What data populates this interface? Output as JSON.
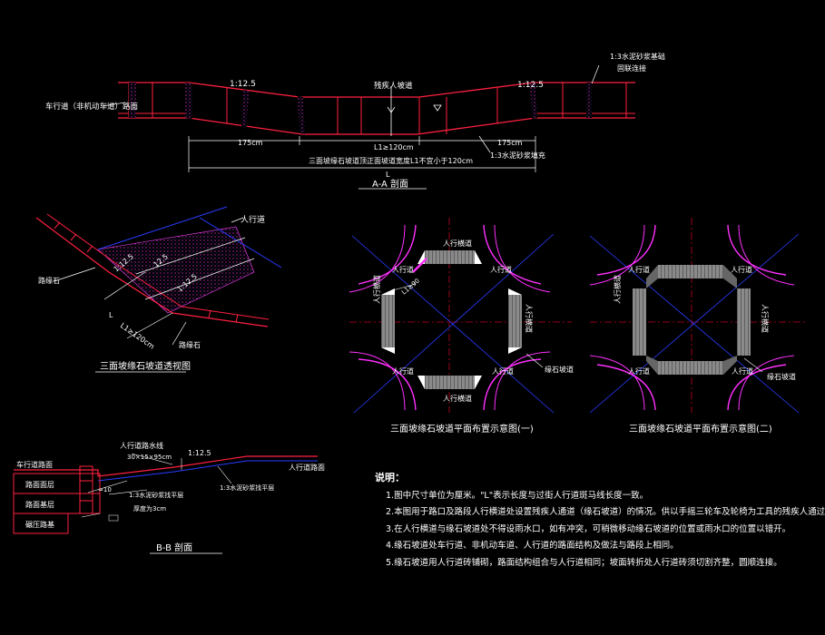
{
  "colors": {
    "bg": "#000000",
    "line": "#ff2040",
    "text": "#ffffff",
    "blue": "#2a3cff",
    "magenta": "#ff30ff",
    "axis": "#c00020",
    "deck": "#909090"
  },
  "aa": {
    "title": "A-A 剖面",
    "left_note": "车行道（非机动车道）路面",
    "slope_l": "1:12.5",
    "slope_r": "1:12.5",
    "center_label": "残疾人坡道",
    "dim_l": "175cm",
    "dim_c": "L1≥120cm",
    "dim_r": "175cm",
    "note_c": "三面坡缘石坡道顶正面坡道宽度L1不宜小于120cm",
    "note_r": "1:3水泥砂浆填充",
    "dim_total": "L",
    "top_r_1": "1:3水泥砂浆基础",
    "top_r_2": "固联连接"
  },
  "persp": {
    "title": "三面坡缘石坡道透视图",
    "label_sidewalk": "人行道",
    "label_curb1": "路缘石",
    "label_curb2": "路缘石",
    "s1": "1:12.5",
    "s2": "12.5",
    "s3": "1:12.5",
    "dim": "L1≥120cm",
    "l": "L"
  },
  "plan1": {
    "title": "三面坡缘石坡道平面布置示意图(一)",
    "top": "人行横道",
    "left": "人行横道",
    "right": "人行横道",
    "bottom": "人行横道",
    "sw_tl": "人行道",
    "sw_tr": "人行道",
    "sw_bl": "人行道",
    "sw_br": "人行道",
    "ramp": "缘石坡道",
    "dim": "L1≥90"
  },
  "plan2": {
    "title": "三面坡缘石坡道平面布置示意图(二)",
    "left": "人行横道",
    "right": "人行横道",
    "sw_tl": "人行道",
    "sw_tr": "人行道",
    "sw_bl": "人行道",
    "sw_br": "人行道",
    "ramp": "缘石坡道"
  },
  "bb": {
    "title": "B-B 剖面",
    "road": "车行道路面",
    "l1": "路面面层",
    "l2": "路面基层",
    "l3": "碾压路基",
    "top1": "人行道路水线",
    "top2": "30×15×95cm",
    "slope": "1:12.5",
    "sidewalk": "人行道路面",
    "mortar": "1:3水泥砂浆找平层",
    "mortar2": "1:3水泥砂浆找平层",
    "thk": "厚度为3cm",
    "ten": "≈10"
  },
  "notes": {
    "title": "说明：",
    "items": [
      "1.图中尺寸单位为厘米。\"L\"表示长度与过街人行道斑马线长度一致。",
      "2.本图用于路口及路段人行横道处设置残疾人通道（缘石坡道）的情况。供以手摇三轮车及轮椅为工具的残疾人通过",
      "3.在人行横道与缘石坡道处不得设雨水口，如有冲突，可稍微移动缘石坡道的位置或雨水口的位置以错开。",
      "4.缘石坡道处车行道、非机动车道、人行道的路面结构及做法与路段上相同。",
      "5.缘石坡道用人行道砖铺砌，路面结构组合与人行道相同；坡面转折处人行道砖须切割齐整，圆顺连接。"
    ]
  }
}
